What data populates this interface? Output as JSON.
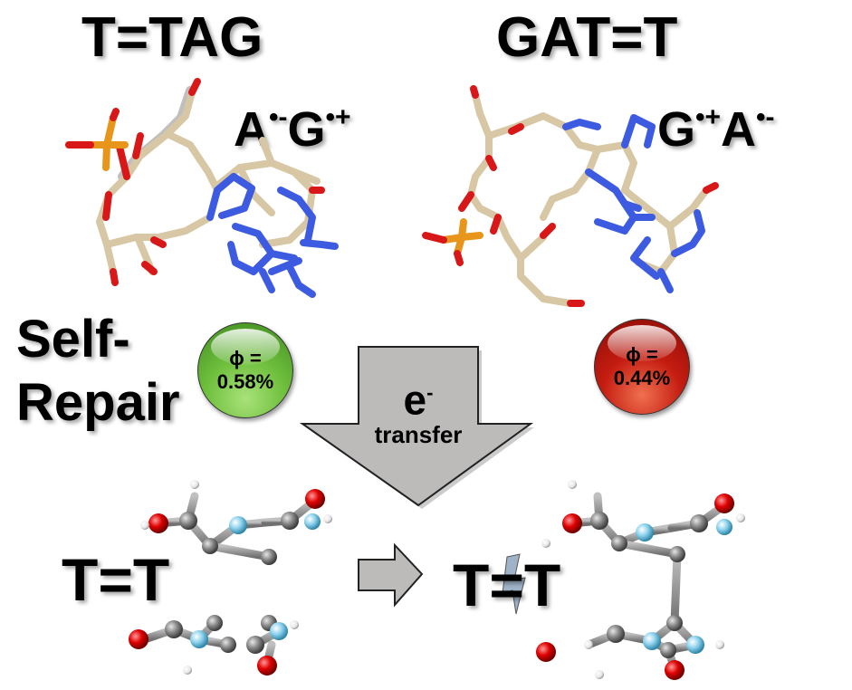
{
  "titles": {
    "left": "T=TAG",
    "right": "GAT=T"
  },
  "radical_labels": {
    "left": {
      "a": "A",
      "a_charge": "•-",
      "b": "G",
      "b_charge": "•+"
    },
    "right": {
      "a": "G",
      "a_charge": "•+",
      "b": "A",
      "b_charge": "•-"
    }
  },
  "self_repair": {
    "line1": "Self-",
    "line2": "Repair"
  },
  "quantum_yield": {
    "green": {
      "label": "ϕ =",
      "value": "0.58%"
    },
    "red": {
      "label": "ϕ =",
      "value": "0.44%"
    }
  },
  "transfer_arrow": {
    "electron": "e",
    "electron_charge": "-",
    "label": "transfer"
  },
  "dimers": {
    "left": "T=T",
    "right": "T=T"
  },
  "colors": {
    "carbon_stick": "#d8c7a5",
    "nitrogen": "#3c5be0",
    "oxygen": "#d81818",
    "phosphorus": "#e8951b",
    "ball_carbon": "#8a8a8a",
    "ball_nitrogen": "#8fd3ee",
    "ball_oxygen": "#e00000",
    "ball_h": "#f0f0f0",
    "green_badge": "#5aa832",
    "red_badge": "#c41c10",
    "arrow_fill": "#bdbaba"
  }
}
